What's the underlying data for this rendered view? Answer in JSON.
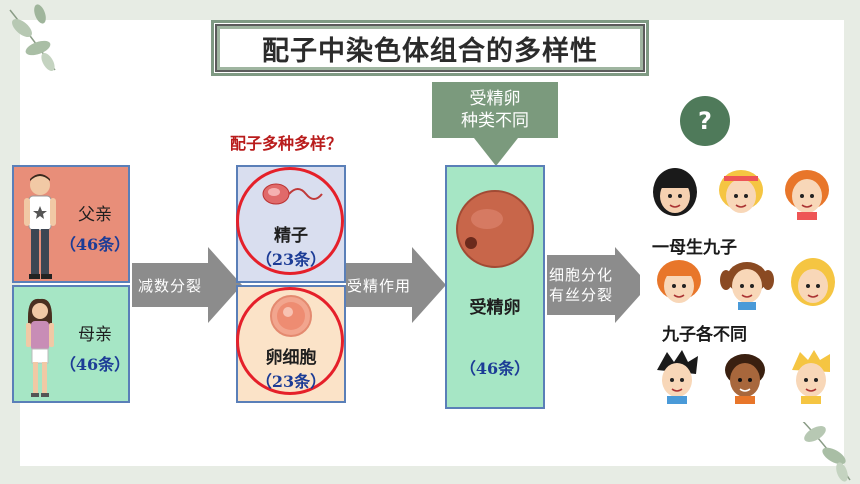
{
  "title": "配子中染色体组合的多样性",
  "father": {
    "label": "父亲",
    "count": "（46条）"
  },
  "mother": {
    "label": "母亲",
    "count": "（46条）"
  },
  "question": "配子多种多样？",
  "sperm": {
    "label": "精子",
    "count": "（23条）"
  },
  "egg": {
    "label": "卵细胞",
    "count": "（23条）"
  },
  "zygote": {
    "label": "受精卵",
    "count": "（46条）"
  },
  "arrows": {
    "meiosis": "减数分裂",
    "fertilization": "受精作用",
    "division": [
      "细胞分化",
      "有丝分裂"
    ]
  },
  "zygote_types": [
    "受精卵",
    "种类不同"
  ],
  "question_mark": "?",
  "captions": {
    "line1": "一母生九子",
    "line2": "九子各不同"
  },
  "colors": {
    "accent_green": "#7b9a7d",
    "red": "#e5202a",
    "blue_text": "#1c3c96"
  }
}
